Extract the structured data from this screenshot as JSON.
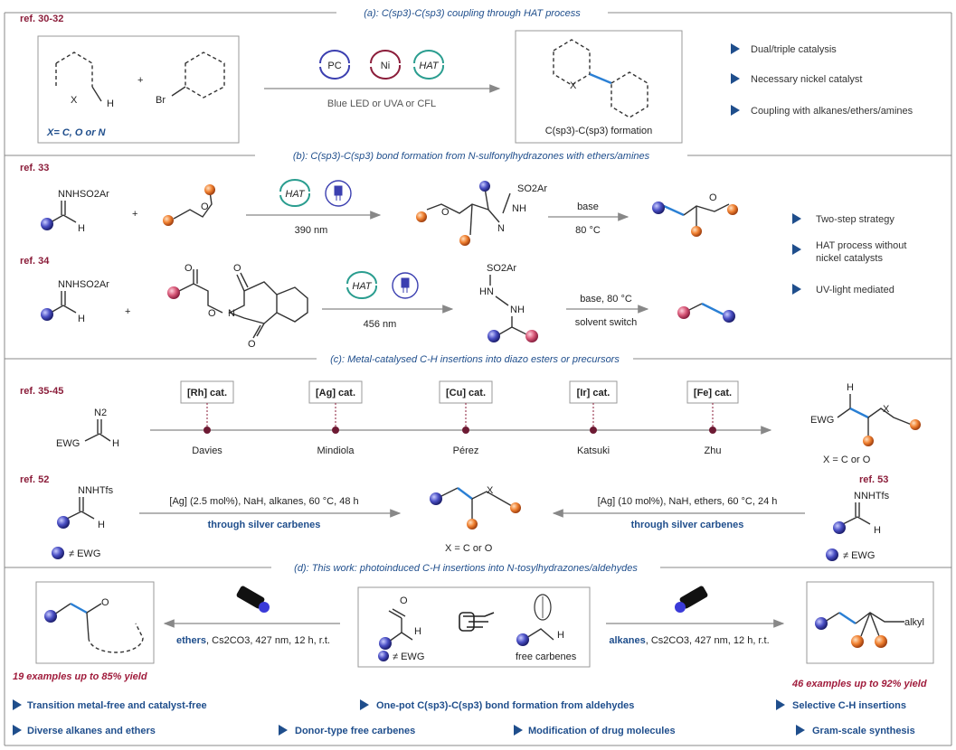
{
  "sections": {
    "a": {
      "header": "(a): C(sp3)-C(sp3) coupling through HAT process",
      "ref": "ref. 30-32",
      "x_label": "X= C, O or N",
      "pc": "PC",
      "ni": "Ni",
      "hat": "HAT",
      "conditions": "Blue LED or UVA or CFL",
      "product_label": "C(sp3)-C(sp3) formation",
      "bullets": [
        "Dual/triple catalysis",
        "Necessary nickel catalyst",
        "Coupling with alkanes/ethers/amines"
      ]
    },
    "b": {
      "header": "(b): C(sp3)-C(sp3) bond formation from N-sulfonylhydrazones with ethers/amines",
      "ref1": "ref. 33",
      "ref2": "ref. 34",
      "hydrazone": "NNHSO2Ar",
      "wavelength1": "390 nm",
      "wavelength2": "456 nm",
      "base1": "base",
      "temp1": "80 °C",
      "base2": "base, 80 °C",
      "switch2": "solvent switch",
      "so2ar": "SO2Ar",
      "nh": "NH",
      "hn": "HN",
      "bullets": [
        "Two-step strategy",
        "HAT process without nickel catalysts",
        "UV-light mediated"
      ]
    },
    "c": {
      "header": "(c): Metal-catalysed C-H insertions into diazo esters or precursors",
      "ref1": "ref. 35-45",
      "ref2": "ref. 52",
      "ref3": "ref. 53",
      "catalysts": [
        {
          "cat": "[Rh] cat.",
          "name": "Davies"
        },
        {
          "cat": "[Ag] cat.",
          "name": "Mindiola"
        },
        {
          "cat": "[Cu] cat.",
          "name": "Pérez"
        },
        {
          "cat": "[Ir] cat.",
          "name": "Katsuki"
        },
        {
          "cat": "[Fe] cat.",
          "name": "Zhu"
        }
      ],
      "ewg": "EWG",
      "n2": "N2",
      "x_eq": "X = C or O",
      "cond_left": "[Ag] (2.5 mol%), NaH, alkanes, 60 °C, 48 h",
      "cond_right": "[Ag] (10 mol%), NaH, ethers, 60 °C, 24 h",
      "silver": "through silver carbenes",
      "nnhtfs": "NNHTfs",
      "neq_ewg": "≠ EWG"
    },
    "d": {
      "header": "(d): This work: photoinduced C-H insertions into N-tosylhydrazones/aldehydes",
      "left_cond_bold": "ethers",
      "left_cond": ", Cs2CO3, 427 nm, 12 h, r.t.",
      "right_cond_bold": "alkanes",
      "right_cond": ", Cs2CO3, 427 nm, 12 h, r.t.",
      "free_carbenes": "free carbenes",
      "neq_ewg": "≠ EWG",
      "alkyl": "alkyl",
      "left_yield": "19 examples up to 85% yield",
      "right_yield": "46 examples up to 92% yield",
      "bullets": [
        "Transition metal-free and catalyst-free",
        "One-pot C(sp3)-C(sp3) bond formation from aldehydes",
        "Selective C-H insertions",
        "Diverse alkanes and ethers",
        "Donor-type free carbenes",
        "Modification of drug molecules",
        "Gram-scale synthesis"
      ]
    }
  },
  "colors": {
    "navy": "#1f4e8c",
    "ref_red": "#8b1d3a",
    "sphere_blue": "#3b3fb0",
    "sphere_orange": "#f08030",
    "sphere_pink": "#e06080"
  }
}
